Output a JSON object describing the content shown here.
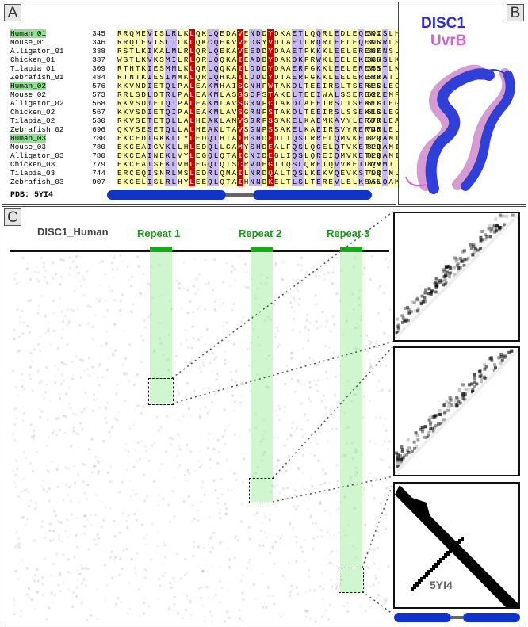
{
  "panels": {
    "A": "A",
    "B": "B",
    "C": "C"
  },
  "alignment": {
    "rows": [
      {
        "name": "Human_01",
        "start": "345",
        "seq": "RRQMEVISLRLKLQKLQEDAVENDDYDKAETLQQRLEDLEQEKISLHFQL",
        "end": "394",
        "hl": true
      },
      {
        "name": "Mouse_01",
        "start": "346",
        "seq": "RRQLEVTSLTLKLQKCQEKVVEDGYVDTAETLRQRLEELEQEKGRLSWAL",
        "end": "395",
        "hl": false
      },
      {
        "name": "Alligator_01",
        "start": "338",
        "seq": "RSTLKIKALMLRLQRLQEKAVEEDDYDAAETFKKKLEELEREKENSLKFQL",
        "end": "387",
        "hl": false
      },
      {
        "name": "Chicken_01",
        "start": "337",
        "seq": "WSTLKVKSMILRLQRLQQKAIEADDYDAKDKFRWKLEELEKEKHSLKFQL",
        "end": "386",
        "hl": false
      },
      {
        "name": "Tilapia_01",
        "start": "309",
        "seq": "RTHTKIESMMLKLQRLQQKAILDDDYDAAERFGKKLEELERERSTLKLGL",
        "end": "358",
        "hl": false
      },
      {
        "name": "Zebrafish_01",
        "start": "484",
        "seq": "RTNTKIESIMMKLQRLQHKAILDDDYDTAERFGKKLEELERERRATLKPGL",
        "end": "533",
        "hl": false
      },
      {
        "name": "Human_02",
        "start": "576",
        "seq": "KKVNDIETQLPALEAKMHAISGNHFWTAKDLTEEIRSLTSEREGLEGLL",
        "end": "625",
        "hl": true
      },
      {
        "name": "Mouse_02",
        "start": "573",
        "seq": "RRLSDLDTRLPALEAKMLASGSCFSTAKELTEEIWALSSEREGLEMFL",
        "end": "622",
        "hl": false
      },
      {
        "name": "Alligator_02",
        "start": "568",
        "seq": "RKVSDIETQIPALEAKMLAVSGRNFCTAKDLAEEIRSLTSEKEGLEGLL",
        "end": "617",
        "hl": false
      },
      {
        "name": "Chicken_02",
        "start": "567",
        "seq": "KKVSDIETQIPALEAKMLAVSGRNFSTAKDLTEEIRSLSSEKEGLEGLL",
        "end": "616",
        "hl": false
      },
      {
        "name": "Tilapia_02",
        "start": "530",
        "seq": "RKVSETETQLLALHEAKLAMVSGRFSSAKELKAEMKAVYLERDRLEALA",
        "end": "579",
        "hl": false
      },
      {
        "name": "Zebrafish_02",
        "start": "696",
        "seq": "QKVSESETQLLALHEAKLTAVSGNPSSAKELKAEIRSVYRERDRLELLH",
        "end": "745",
        "hl": false
      },
      {
        "name": "Human_03",
        "start": "780",
        "seq": "EKCEDIGKKLLYLEDQLHTAIHSHDEDLIQSLRRELQMVKETLQAMILQL",
        "end": "829",
        "hl": true
      },
      {
        "name": "Mouse_03",
        "start": "780",
        "seq": "EKCEAIGVKLLHLEDQLLGAMYSHDEALFQSLQGELQTVKETLQAMILQL",
        "end": "829",
        "hl": false
      },
      {
        "name": "Alligator_03",
        "start": "780",
        "seq": "EKCEAINEKLVYLEGQLQTAICNIDEGLIQSLQREIQMVKETLQAMILVQL",
        "end": "829",
        "hl": false
      },
      {
        "name": "Chicken_03",
        "start": "779",
        "seq": "EKCEAISEKLVHLEGQLQTSCRVDEGTIQSLQREIQVVKETLQVMILQL",
        "end": "828",
        "hl": false
      },
      {
        "name": "Tilapia_03",
        "start": "744",
        "seq": "ERCEQISNRLMSLEDRLQMAILNRDQALTQSLKEKVQEVKSTLQTMLAQL",
        "end": "793",
        "hl": false
      },
      {
        "name": "Zebrafish_03",
        "start": "907",
        "seq": "EKCELISLRLHYLEEQLQTAIHNNDKELTLSLTEREVLELKSALQAMLSQL",
        "end": "956",
        "hl": false
      }
    ],
    "pdb_label": "PDB: 5YI4"
  },
  "structure": {
    "label1": "DISC1",
    "label2": "UvrB",
    "color1": "#2d2de0",
    "color2": "#cc66cc"
  },
  "contact_map": {
    "title": "DISC1_Human",
    "repeats": [
      "Repeat 1",
      "Repeat 2",
      "Repeat 3"
    ],
    "pdb_label": "5YI4"
  },
  "colors": {
    "helix": "#1034c8",
    "repeat": "#12b012",
    "conserved": "#c80000"
  }
}
